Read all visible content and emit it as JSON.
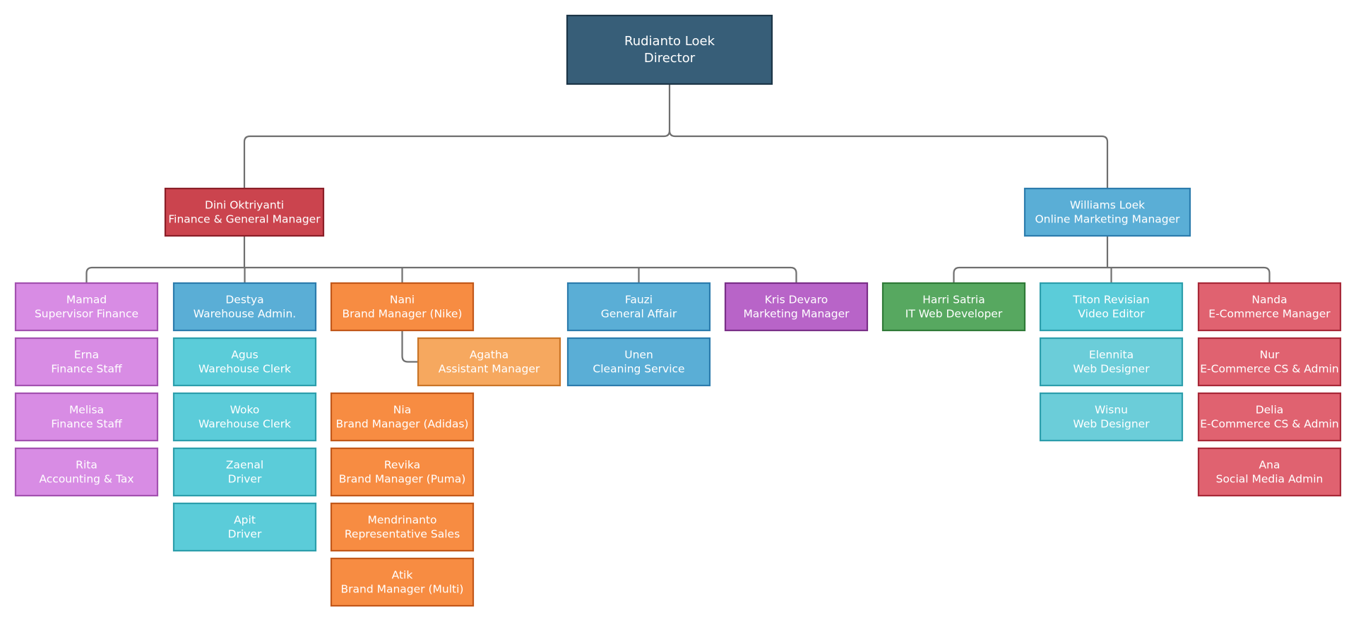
{
  "colors": {
    "director": {
      "fill": "#375e78",
      "stroke": "#1c3547"
    },
    "finance_gm": {
      "fill": "#cb444e",
      "stroke": "#8b1f28"
    },
    "marketing_mgr": {
      "fill": "#5aaed6",
      "stroke": "#2c7cad"
    },
    "finance_team": {
      "fill": "#d88ce4",
      "stroke": "#a351b0"
    },
    "warehouse_team": {
      "fill": "#5bccd9",
      "stroke": "#2c9eac"
    },
    "brand_team": {
      "fill": "#f78c42",
      "stroke": "#c2581a"
    },
    "assistant": {
      "fill": "#f6a85f",
      "stroke": "#c97527"
    },
    "general_affair_team": {
      "fill": "#5aaed6",
      "stroke": "#2c7cad"
    },
    "kris": {
      "fill": "#b864c8",
      "stroke": "#7a2f88"
    },
    "harri": {
      "fill": "#57a860",
      "stroke": "#2f7a37"
    },
    "video_web_team": {
      "fill": "#5bccd9",
      "stroke": "#2c9eac"
    },
    "web_designers": {
      "fill": "#6bcdd9",
      "stroke": "#2c9eac"
    },
    "ecommerce_team": {
      "fill": "#e06270",
      "stroke": "#a82838"
    },
    "connector": "#6f6f6f"
  },
  "org": {
    "director": {
      "name": "Rudianto Loek",
      "role": "Director",
      "color": "director"
    },
    "managers": [
      {
        "id": "dini",
        "name": "Dini Oktriyanti",
        "role": "Finance & General Manager",
        "color": "finance_gm"
      },
      {
        "id": "williams",
        "name": "Williams Loek",
        "role": "Online Marketing Manager",
        "color": "marketing_mgr"
      }
    ],
    "columns": [
      {
        "manager": "dini",
        "members": [
          {
            "name": "Mamad",
            "role": "Supervisor Finance",
            "color": "finance_team"
          },
          {
            "name": "Erna",
            "role": "Finance Staff",
            "color": "finance_team"
          },
          {
            "name": "Melisa",
            "role": "Finance Staff",
            "color": "finance_team"
          },
          {
            "name": "Rita",
            "role": "Accounting & Tax",
            "color": "finance_team"
          }
        ]
      },
      {
        "manager": "dini",
        "members": [
          {
            "name": "Destya",
            "role": "Warehouse Admin.",
            "color": "marketing_mgr"
          },
          {
            "name": "Agus",
            "role": "Warehouse Clerk",
            "color": "warehouse_team"
          },
          {
            "name": "Woko",
            "role": "Warehouse Clerk",
            "color": "warehouse_team"
          },
          {
            "name": "Zaenal",
            "role": "Driver",
            "color": "warehouse_team"
          },
          {
            "name": "Apit",
            "role": "Driver",
            "color": "warehouse_team"
          }
        ]
      },
      {
        "manager": "dini",
        "members": [
          {
            "name": "Nani",
            "role": "Brand Manager (Nike)",
            "color": "brand_team",
            "assistant": {
              "name": "Agatha",
              "role": "Assistant Manager",
              "color": "assistant"
            }
          },
          {
            "name": "Nia",
            "role": "Brand Manager (Adidas)",
            "color": "brand_team"
          },
          {
            "name": "Revika",
            "role": "Brand Manager (Puma)",
            "color": "brand_team"
          },
          {
            "name": "Mendrinanto",
            "role": "Representative Sales",
            "color": "brand_team"
          },
          {
            "name": "Atik",
            "role": "Brand Manager (Multi)",
            "color": "brand_team"
          }
        ]
      },
      {
        "manager": "dini",
        "members": [
          {
            "name": "Fauzi",
            "role": "General Affair",
            "color": "general_affair_team"
          },
          {
            "name": "Unen",
            "role": "Cleaning Service",
            "color": "general_affair_team"
          }
        ]
      },
      {
        "manager": "dini",
        "members": [
          {
            "name": "Kris Devaro",
            "role": "Marketing Manager",
            "color": "kris"
          }
        ]
      },
      {
        "manager": "williams",
        "members": [
          {
            "name": "Harri Satria",
            "role": "IT Web Developer",
            "color": "harri"
          }
        ]
      },
      {
        "manager": "williams",
        "members": [
          {
            "name": "Titon Revisian",
            "role": "Video Editor",
            "color": "video_web_team"
          },
          {
            "name": "Elennita",
            "role": "Web Designer",
            "color": "web_designers"
          },
          {
            "name": "Wisnu",
            "role": "Web Designer",
            "color": "web_designers"
          }
        ]
      },
      {
        "manager": "williams",
        "members": [
          {
            "name": "Nanda",
            "role": "E-Commerce Manager",
            "color": "ecommerce_team"
          },
          {
            "name": "Nur",
            "role": "E-Commerce CS & Admin",
            "color": "ecommerce_team"
          },
          {
            "name": "Delia",
            "role": "E-Commerce CS & Admin",
            "color": "ecommerce_team"
          },
          {
            "name": "Ana",
            "role": "Social Media Admin",
            "color": "ecommerce_team"
          }
        ]
      }
    ]
  }
}
